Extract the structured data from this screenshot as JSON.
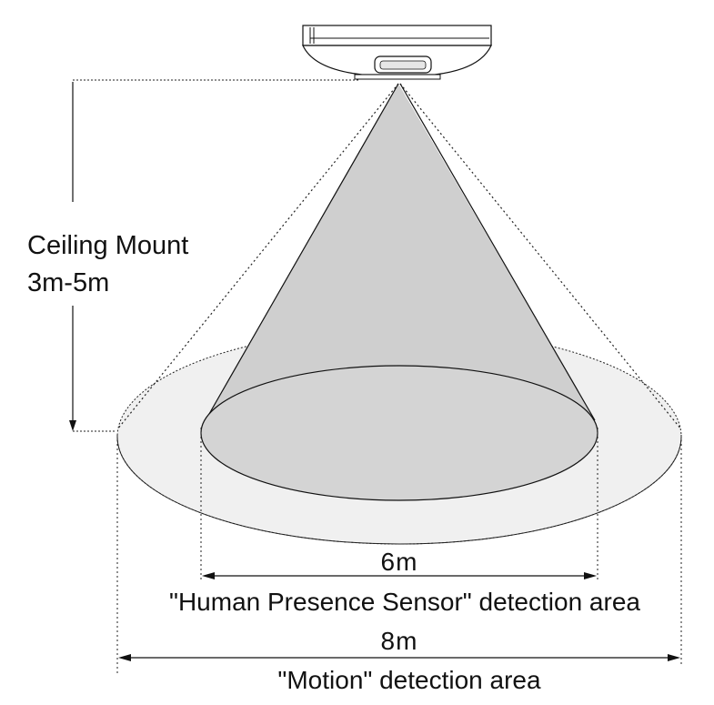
{
  "mount": {
    "title": "Ceiling Mount",
    "range": "3m-5m"
  },
  "presence": {
    "distance": "6m",
    "caption": "\"Human Presence Sensor\" detection area"
  },
  "motion": {
    "distance": "8m",
    "caption": "\"Motion\" detection area"
  },
  "colors": {
    "cone_fill": "#cfcfcf",
    "inner_area_fill": "#d9d9d9",
    "outer_area_fill": "#f0f0f0",
    "line": "#111111"
  },
  "icons": [
    "ceiling-sensor-device-icon"
  ]
}
